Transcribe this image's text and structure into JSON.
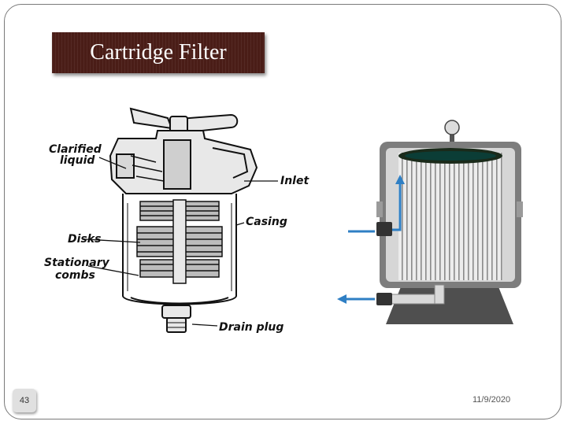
{
  "title": "Cartridge Filter",
  "left_figure": {
    "labels": {
      "clarified": [
        "Clarified",
        "liquid"
      ],
      "inlet": "Inlet",
      "casing": "Casing",
      "disks": "Disks",
      "combs": [
        "Stationary",
        "combs"
      ],
      "drain": "Drain plug"
    }
  },
  "right_figure": {
    "flow_arrow_color": "#2f7fc4",
    "cartridge_color": "#e5e5e5",
    "housing_color": "#7d7d7d",
    "icons": [
      "pressure-gauge-icon",
      "inlet-flow-arrow-icon",
      "outlet-flow-arrow-icon"
    ]
  },
  "footer": {
    "slide_number": "43",
    "date": "11/9/2020"
  }
}
